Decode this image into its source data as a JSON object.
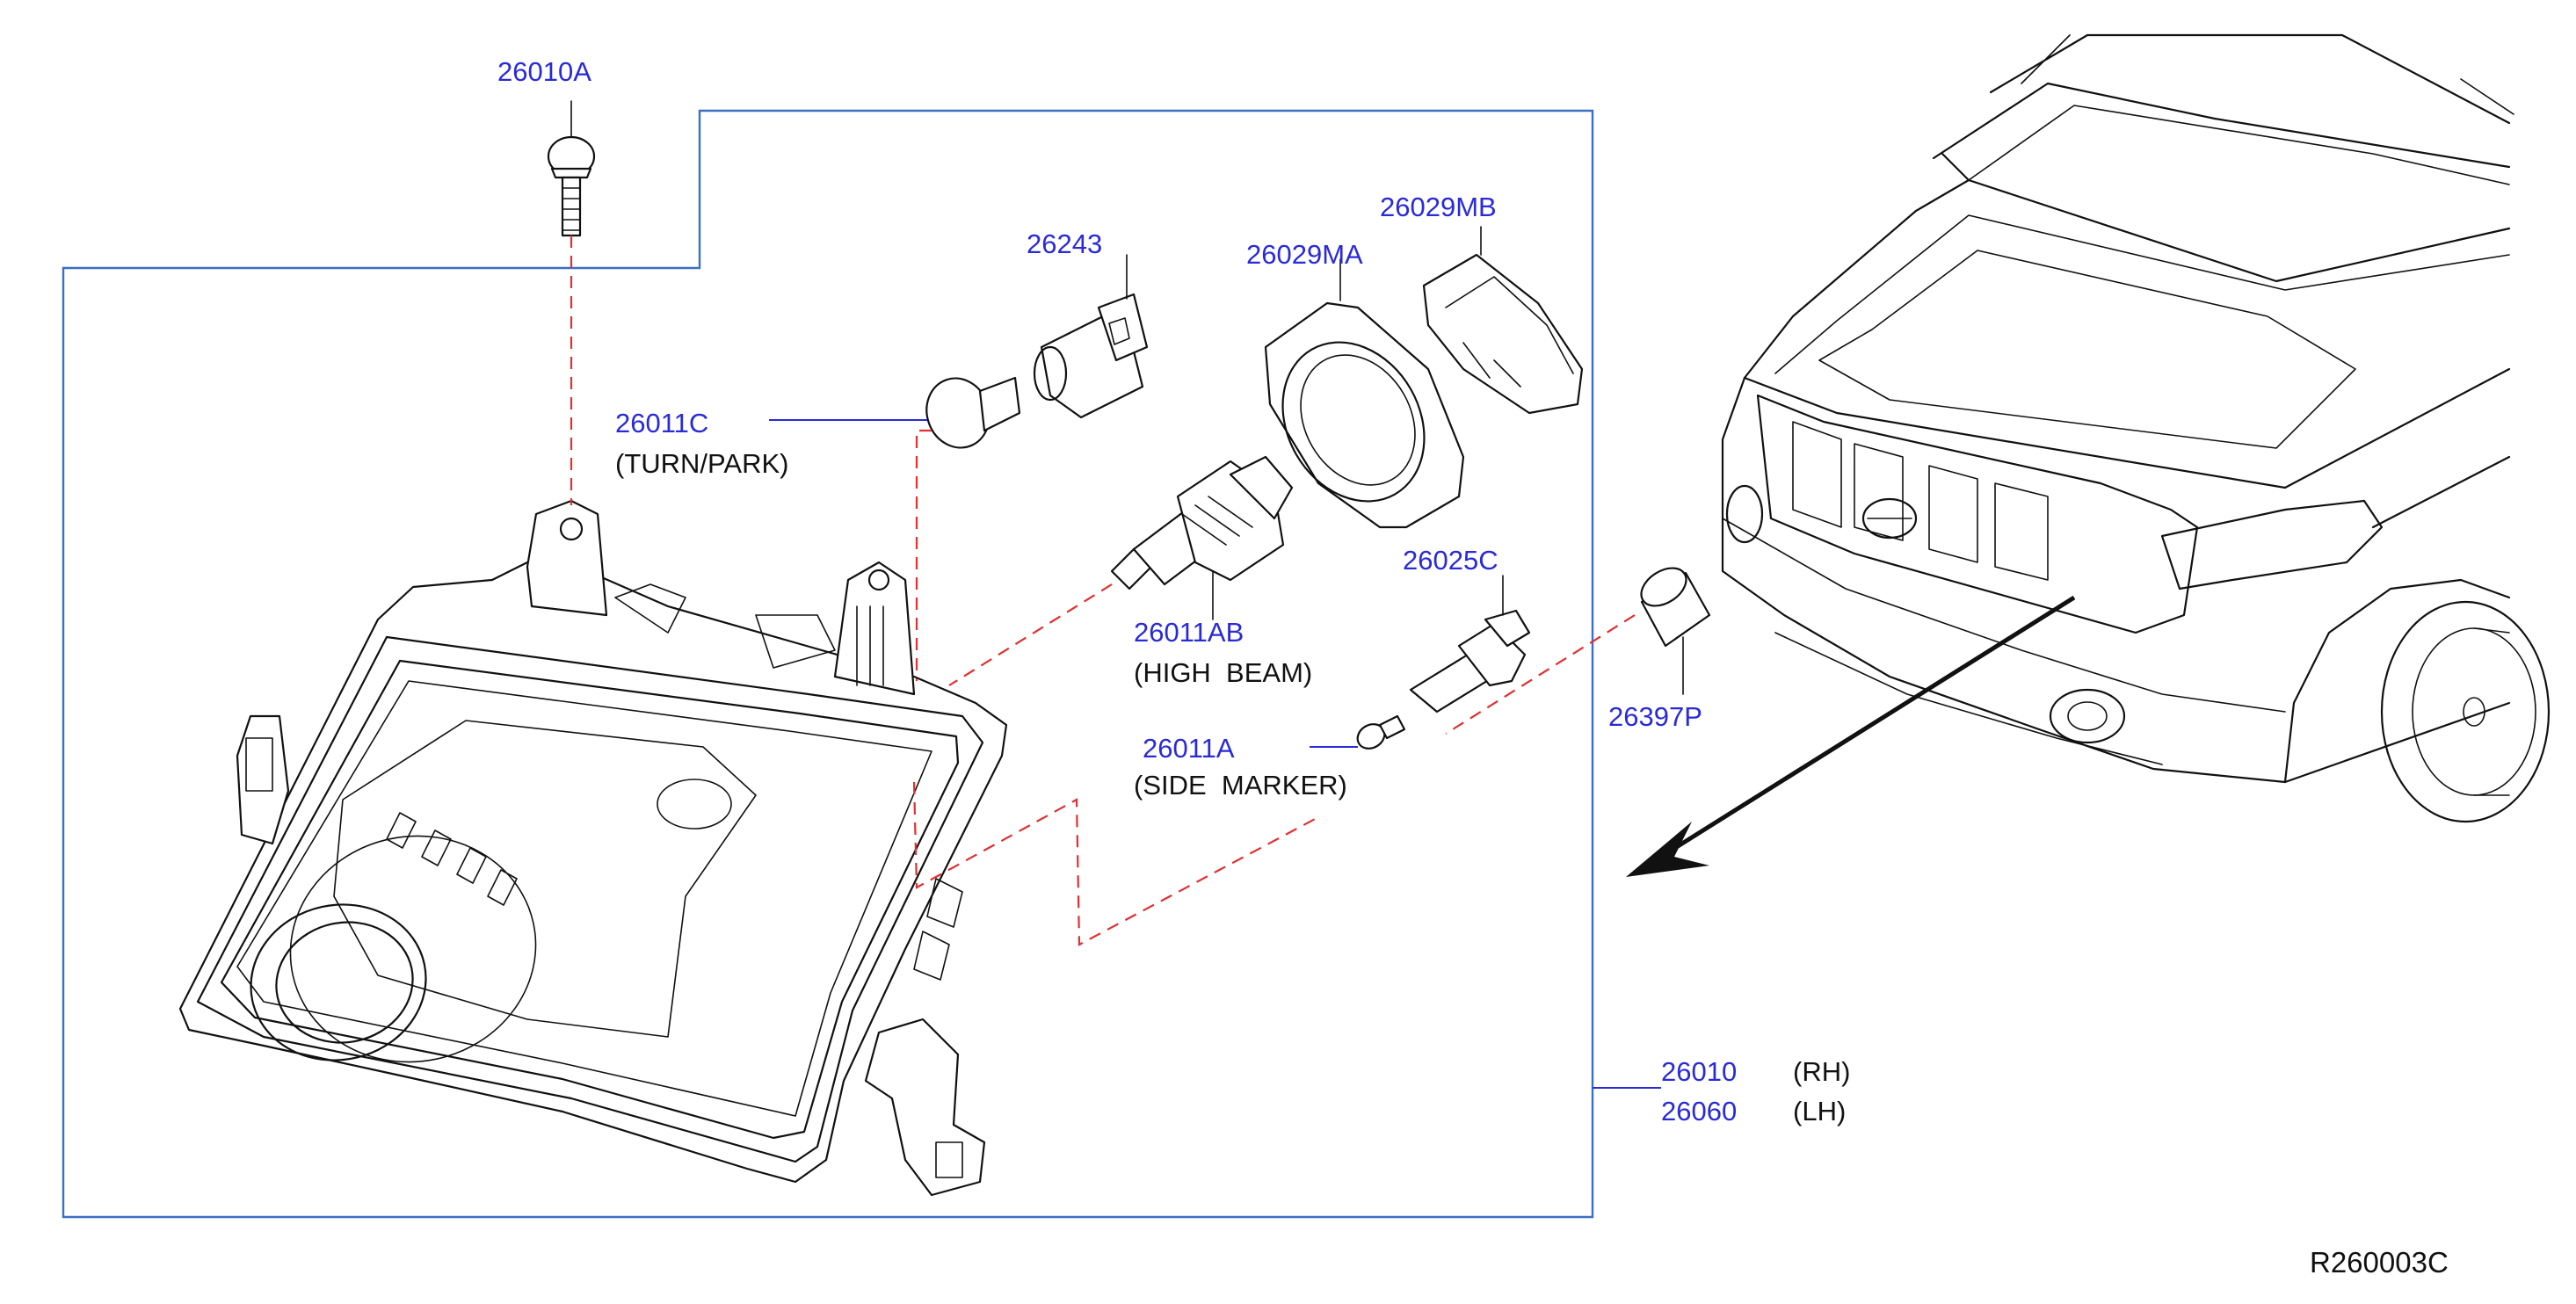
{
  "diagram": {
    "reference_code": "R260003C",
    "parts": [
      {
        "id": "bolt",
        "number": "26010A",
        "description": ""
      },
      {
        "id": "turn-park-socket",
        "number": "26243",
        "description": ""
      },
      {
        "id": "turn-park-bulb",
        "number": "26011C",
        "description": "(TURN/PARK)"
      },
      {
        "id": "high-beam-seal",
        "number": "26029MA",
        "description": ""
      },
      {
        "id": "high-beam-retainer",
        "number": "26029MB",
        "description": ""
      },
      {
        "id": "high-beam-bulb",
        "number": "26011AB",
        "description": "(HIGH  BEAM)"
      },
      {
        "id": "side-marker-socket",
        "number": "26025C",
        "description": ""
      },
      {
        "id": "side-marker-bulb",
        "number": "26011A",
        "description": "(SIDE  MARKER)"
      },
      {
        "id": "cap",
        "number": "26397P",
        "description": ""
      },
      {
        "id": "headlamp-rh",
        "number": "26010",
        "description": "(RH)"
      },
      {
        "id": "headlamp-lh",
        "number": "26060",
        "description": "(LH)"
      }
    ]
  }
}
